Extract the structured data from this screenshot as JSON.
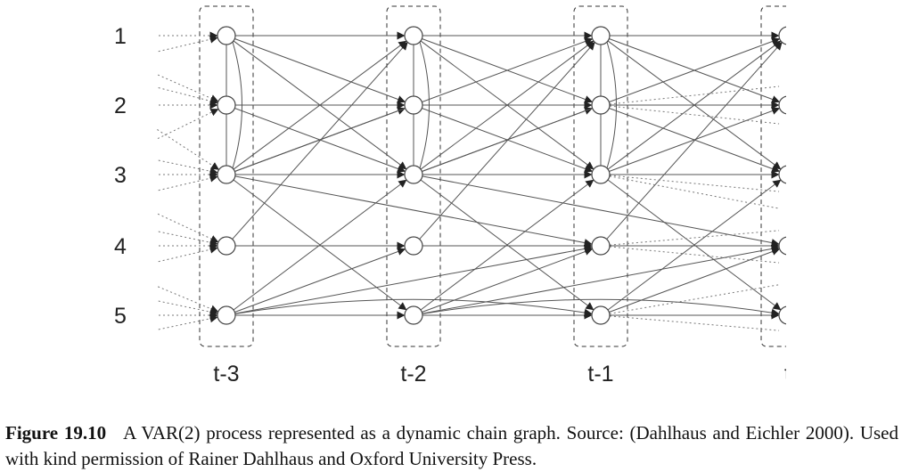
{
  "diagram": {
    "row_labels": [
      "1",
      "2",
      "3",
      "4",
      "5"
    ],
    "time_labels": [
      "t-3",
      "t-2",
      "t-1"
    ],
    "partial_time_label": "t",
    "node_stroke_color": "#444444",
    "edge_color": "#555555"
  },
  "caption": {
    "label": "Figure 19.10",
    "text": "A VAR(2) process represented as a dynamic chain graph.   Source: (Dahlhaus and Eichler 2000).  Used with kind permission of Rainer Dahlhaus and Oxford University Press."
  }
}
